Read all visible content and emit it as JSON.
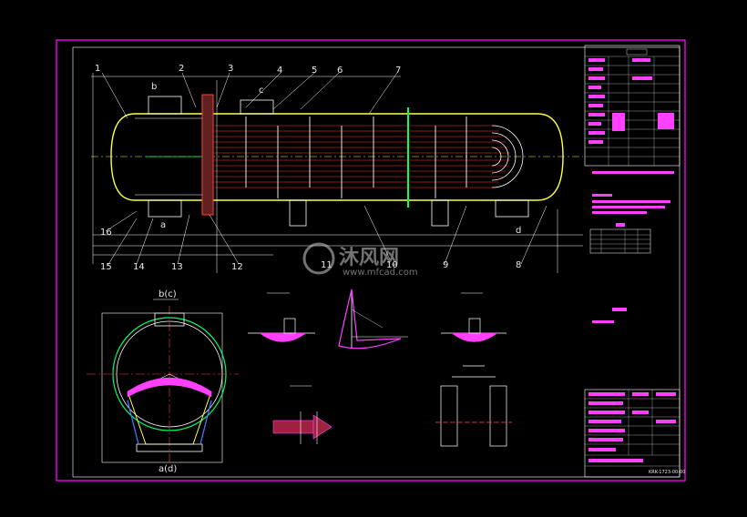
{
  "drawing": {
    "part_labels": [
      "1",
      "2",
      "3",
      "4",
      "5",
      "6",
      "7",
      "8",
      "9",
      "10",
      "11",
      "12",
      "13",
      "14",
      "15",
      "16"
    ],
    "nozzle_labels": [
      "b",
      "c",
      "a",
      "d"
    ],
    "section_title": "b(c)",
    "section_bottom": "a(d)",
    "drawing_no": "KRK-1723-00-00"
  },
  "watermark": {
    "brand": "沐风网",
    "url": "www.mfcad.com"
  },
  "colors": {
    "background": "#000000",
    "frame": "#e000e0",
    "shell": "#ffff40",
    "tubes": "#ff3030",
    "baffle": "#ffffff",
    "accent_green": "#00ff60",
    "section": "#ff40ff"
  }
}
